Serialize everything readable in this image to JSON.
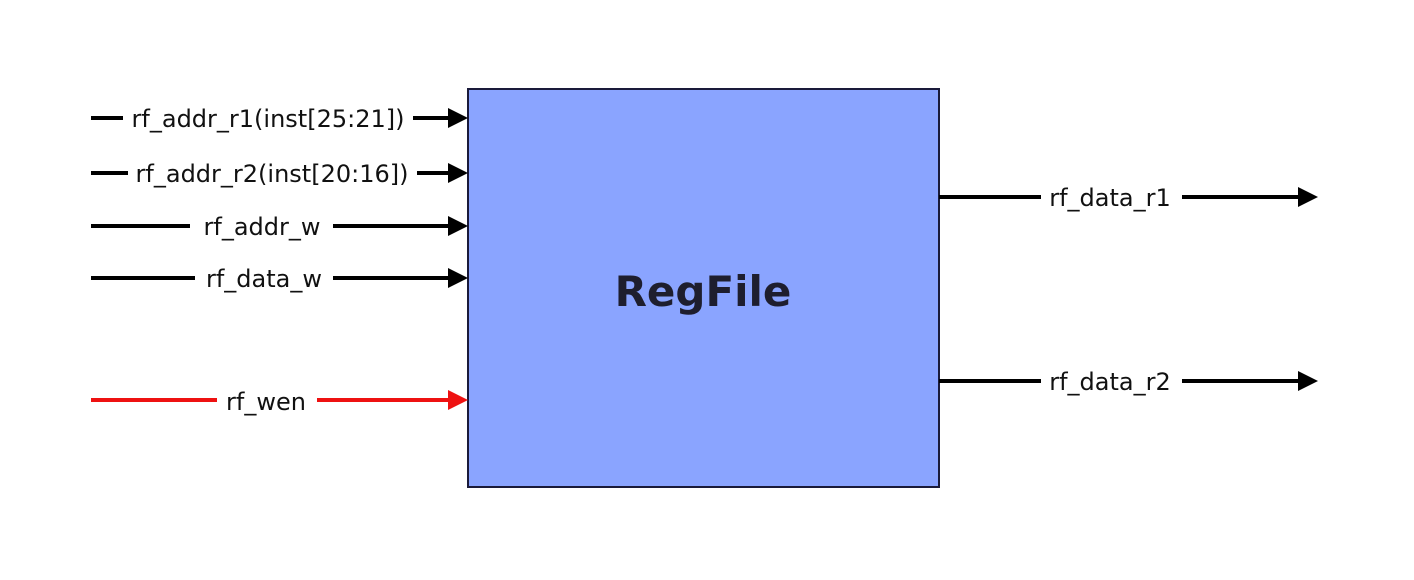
{
  "block": {
    "title": "RegFile",
    "fill_color": "#8aa4ff",
    "border_color": "#1a1a3a"
  },
  "inputs": [
    {
      "label": "rf_addr_r1(inst[25:21])",
      "color": "#000000"
    },
    {
      "label": "rf_addr_r2(inst[20:16])",
      "color": "#000000"
    },
    {
      "label": "rf_addr_w",
      "color": "#000000"
    },
    {
      "label": "rf_data_w",
      "color": "#000000"
    },
    {
      "label": "rf_wen",
      "color": "#ee1111"
    }
  ],
  "outputs": [
    {
      "label": "rf_data_r1",
      "color": "#000000"
    },
    {
      "label": "rf_data_r2",
      "color": "#000000"
    }
  ]
}
